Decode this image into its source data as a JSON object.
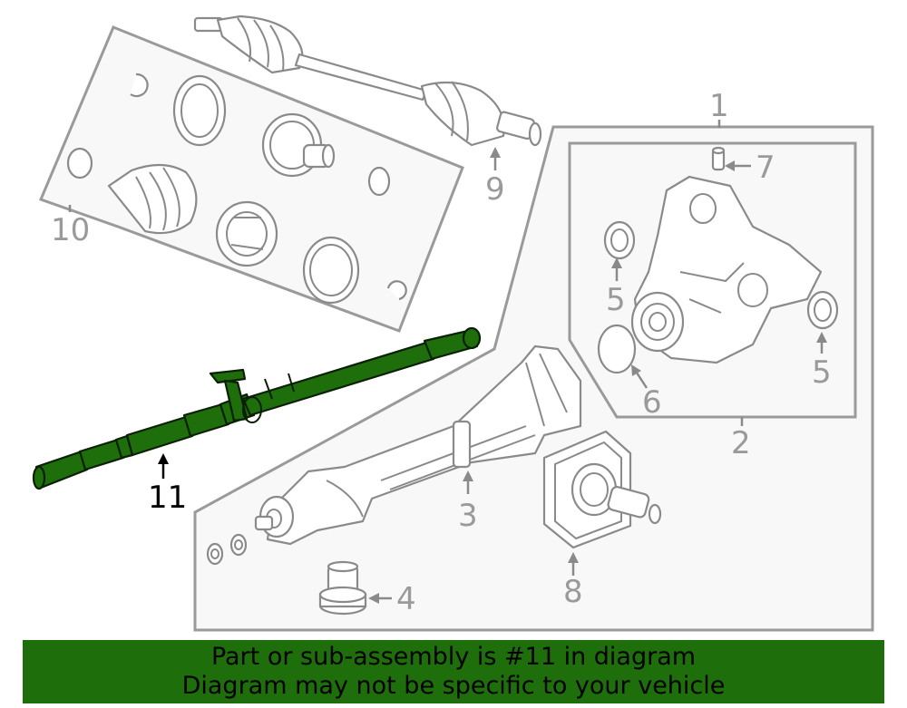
{
  "callouts": {
    "c1": "1",
    "c2": "2",
    "c3": "3",
    "c4": "4",
    "c5a": "5",
    "c5b": "5",
    "c6": "6",
    "c7": "7",
    "c8": "8",
    "c9": "9",
    "c10": "10",
    "c11": "11"
  },
  "banner": {
    "line1": "Part or sub-assembly is #11 in diagram",
    "line2": "Diagram may not be specific to your vehicle"
  },
  "colors": {
    "highlight": "#1f6e0c",
    "linework": "#8a8a8a",
    "panel": "#f8f8f8"
  }
}
